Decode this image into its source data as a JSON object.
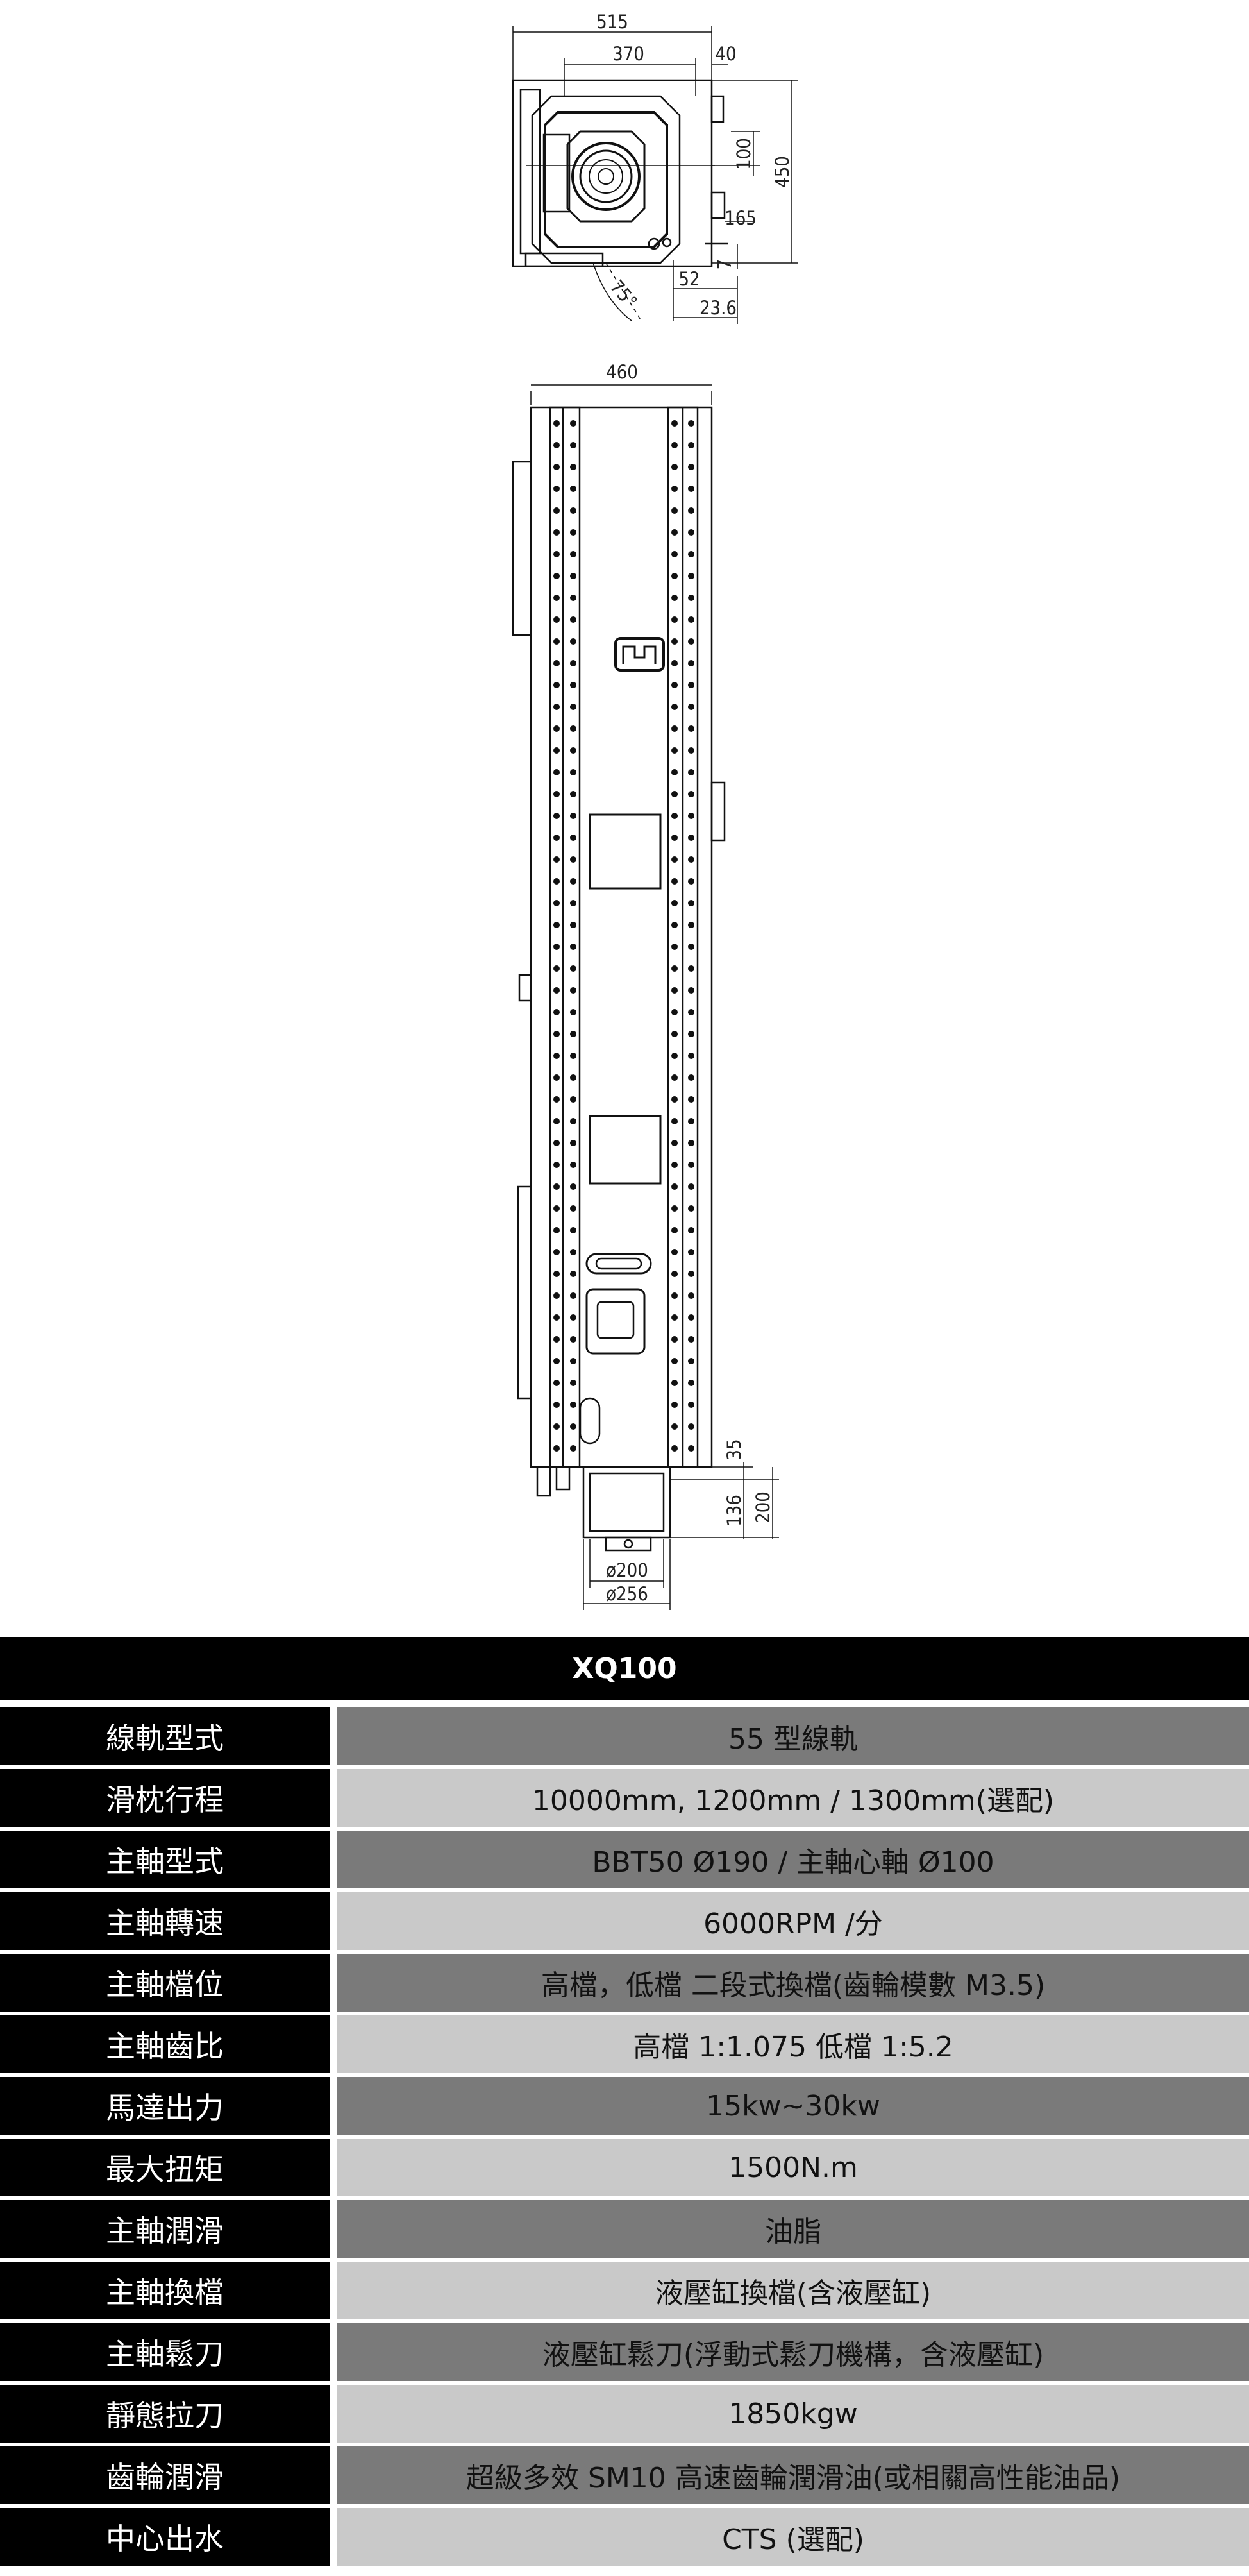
{
  "drawing": {
    "top_view_dims": [
      "515",
      "370",
      "40",
      "450",
      "100",
      "165",
      "7",
      "52",
      "23.6",
      "75°"
    ],
    "front_view_dims": [
      "460",
      "35",
      "200",
      "136",
      "ø200",
      "ø256"
    ]
  },
  "spec_table": {
    "title": "XQ100",
    "rows": [
      {
        "label": "線軌型式",
        "value": "55 型線軌"
      },
      {
        "label": "滑枕行程",
        "value": "10000mm,    1200mm / 1300mm(選配)"
      },
      {
        "label": "主軸型式",
        "value": "BBT50    Ø190  /  主軸心軸 Ø100"
      },
      {
        "label": "主軸轉速",
        "value": "6000RPM /分"
      },
      {
        "label": "主軸檔位",
        "value": "高檔，低檔  二段式換檔(齒輪模數 M3.5)"
      },
      {
        "label": "主軸齒比",
        "value": "高檔  1:1.075    低檔  1:5.2"
      },
      {
        "label": "馬達出力",
        "value": "15kw~30kw"
      },
      {
        "label": "最大扭矩",
        "value": "1500N.m"
      },
      {
        "label": "主軸潤滑",
        "value": "油脂"
      },
      {
        "label": "主軸換檔",
        "value": "液壓缸換檔(含液壓缸)"
      },
      {
        "label": "主軸鬆刀",
        "value": "液壓缸鬆刀(浮動式鬆刀機構，含液壓缸)"
      },
      {
        "label": "靜態拉刀",
        "value": "1850kgw"
      },
      {
        "label": "齒輪潤滑",
        "value": "超級多效 SM10 高速齒輪潤滑油(或相關高性能油品)"
      },
      {
        "label": "中心出水",
        "value": "CTS (選配)"
      }
    ]
  }
}
